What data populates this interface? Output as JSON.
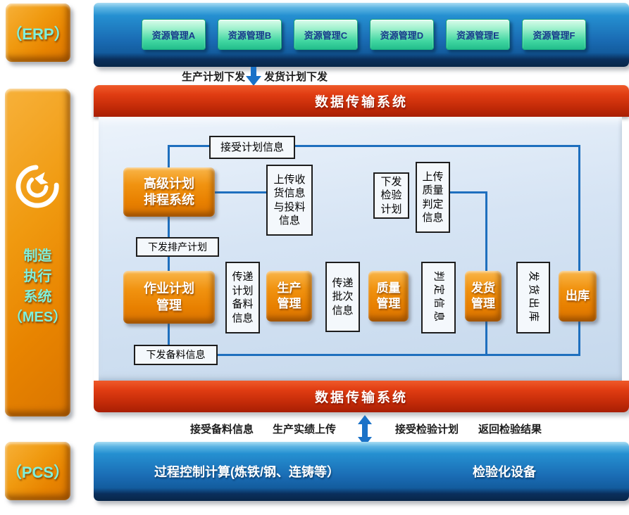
{
  "colors": {
    "orange": "#ee9006",
    "blue_bar": "#1a6cb4",
    "red_bar": "#c22a08",
    "green_button": "#2fd0a0",
    "panel_bg": "#d6e4f4",
    "connector": "#1e6fbe",
    "cyan_text": "#7ff0dc"
  },
  "erp": {
    "label": "（ERP）"
  },
  "mes": {
    "label": [
      "制造",
      "执行",
      "系统",
      "（MES）"
    ]
  },
  "pcs": {
    "label": "（PCS）"
  },
  "erp_bar": {
    "buttons": [
      "资源管理A",
      "资源管理B",
      "资源管理C",
      "资源管理D",
      "资源管理E",
      "资源管理F"
    ]
  },
  "top_flow": {
    "left_label": "生产计划下发",
    "right_label": "发货计划下发"
  },
  "transfer_top": {
    "title": "数据传输系统"
  },
  "transfer_bottom": {
    "title": "数据传输系统"
  },
  "flow": {
    "accept_plan": "接受计划信息",
    "aps": [
      "高级计划",
      "排程系统"
    ],
    "upload_receiving": [
      "上传收",
      "货信息",
      "与投料",
      "信息"
    ],
    "send_inspection": [
      "下发",
      "检验",
      "计划"
    ],
    "upload_quality": [
      "上传",
      "质量",
      "判定",
      "信息"
    ],
    "send_schedule": "下发排产计划",
    "job_plan": [
      "作业计划",
      "管理"
    ],
    "pass_material": [
      "传递",
      "计划",
      "备料",
      "信息"
    ],
    "production": [
      "生产",
      "管理"
    ],
    "pass_batch": [
      "传递",
      "批次",
      "信息"
    ],
    "quality": [
      "质量",
      "管理"
    ],
    "judge_info": "判定信息",
    "shipping": [
      "发货",
      "管理"
    ],
    "shipping_out": "发货出库",
    "outbound": "出库",
    "send_material": "下发备料信息"
  },
  "bottom_flow": {
    "labels": [
      "接受备料信息",
      "生产实绩上传",
      "接受检验计划",
      "返回检验结果"
    ]
  },
  "pcs_bar": {
    "left": "过程控制计算(炼铁/钢、连铸等）",
    "right": "检验化设备"
  }
}
